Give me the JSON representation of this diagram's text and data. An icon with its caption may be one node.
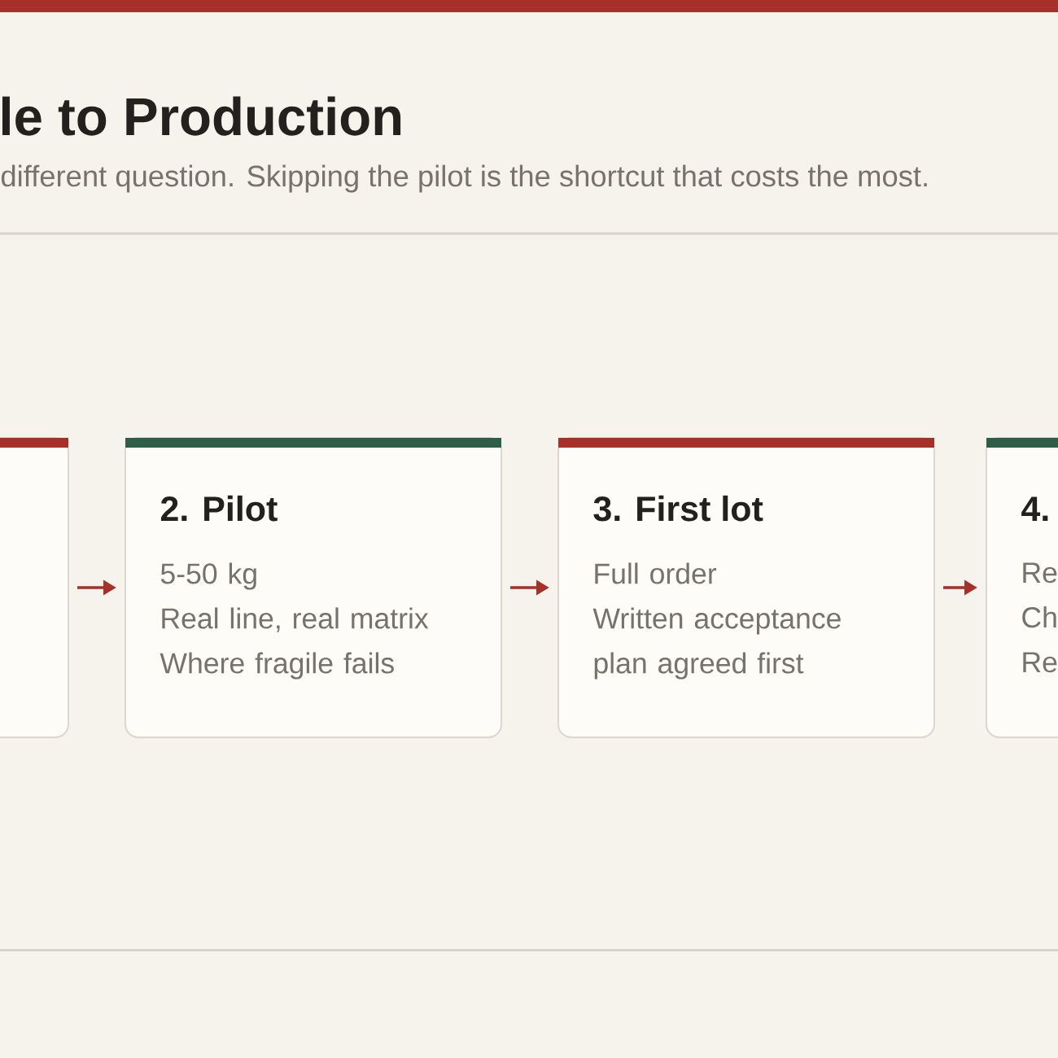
{
  "diagram": {
    "title": "le to Production",
    "nodes": [
      {
        "text": [],
        "shape": "box"
      },
      {
        "text": [
          "2. Pilot",
          "5-50 kg",
          "Real line, real matrix",
          "Where fragile fails"
        ]
      },
      {
        "text": [
          "3. First lot",
          "Full order",
          "Written acceptance plan agreed first"
        ]
      },
      {
        "text": [
          "4.",
          "Re",
          "Ch",
          "Re"
        ]
      }
    ],
    "edges": [
      {
        "from": 0,
        "to": 1,
        "arrow": "to"
      },
      {
        "from": 1,
        "to": 2,
        "arrow": "to"
      },
      {
        "from": 2,
        "to": 3,
        "arrow": "to"
      }
    ],
    "labels": [
      "different question. Skipping the pilot is the shortcut that costs the most."
    ]
  }
}
